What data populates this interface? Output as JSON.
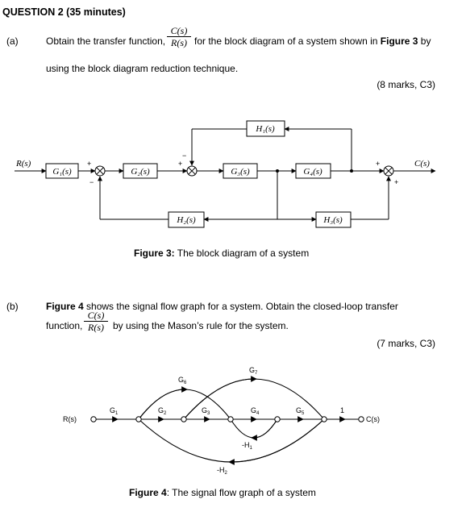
{
  "question": {
    "title": "QUESTION 2 (35 minutes)"
  },
  "part_a": {
    "label": "(a)",
    "text_before": "Obtain the transfer function,",
    "frac_num": "C(s)",
    "frac_den": "R(s)",
    "text_after_1": "for the block diagram of a system shown in ",
    "text_after_bold": "Figure 3",
    "text_after_2": " by",
    "line2": "using the block diagram reduction technique.",
    "marks": "(8 marks, C3)"
  },
  "figure3": {
    "input": "R(s)",
    "output": "C(s)",
    "blocks": {
      "g1": "G₁(s)",
      "g2": "G₂(s)",
      "g3": "G₃(s)",
      "g4": "G₄(s)",
      "h1": "H₁(s)",
      "h2": "H₂(s)",
      "h3": "H₃(s)"
    },
    "signs": {
      "s1_plus": "+",
      "s1_minus": "−",
      "s2_plus": "+",
      "s2_minus": "−",
      "s3_plus_top": "+",
      "s3_plus_bottom": "+"
    },
    "caption_bold": "Figure 3:",
    "caption_text": " The block diagram of a system"
  },
  "part_b": {
    "label": "(b)",
    "bold_start": "Figure 4",
    "text1": " shows the signal flow graph for a system. Obtain the closed-loop transfer",
    "text2_before": "function,",
    "frac_num": "C(s)",
    "frac_den": "R(s)",
    "text2_after": "by using the Mason’s rule for the system.",
    "marks": "(7 marks, C3)"
  },
  "figure4": {
    "input": "R(s)",
    "output": "C(s)",
    "labels": {
      "g1": "G",
      "g1_sub": "1",
      "g2": "G",
      "g2_sub": "2",
      "g3": "G",
      "g3_sub": "3",
      "g4": "G",
      "g4_sub": "4",
      "g5": "G",
      "g5_sub": "5",
      "g6": "G",
      "g6_sub": "6",
      "g7": "G",
      "g7_sub": "7",
      "one": "1",
      "h1": "-H",
      "h1_sub": "1",
      "h2": "-H",
      "h2_sub": "2"
    },
    "caption_bold": "Figure 4",
    "caption_text": ": The signal flow graph of a system"
  }
}
